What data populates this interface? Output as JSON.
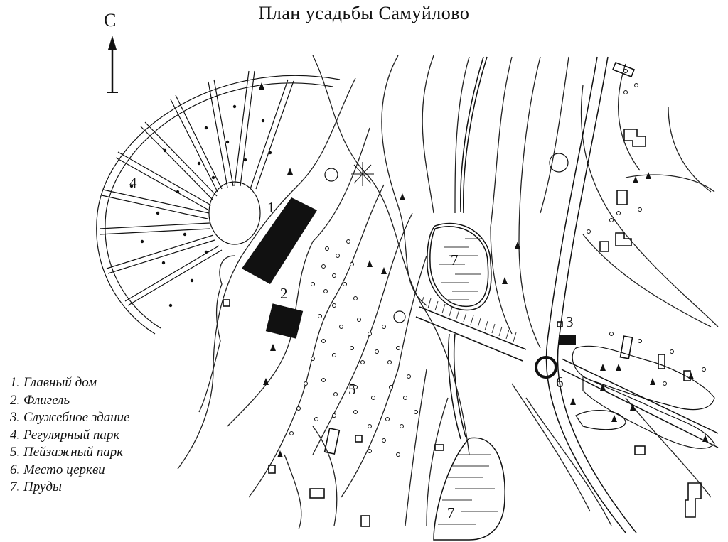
{
  "title": "План усадьбы Самуйлово",
  "north_label": "С",
  "map_labels": {
    "main_house": "1",
    "wing": "2",
    "service": "3",
    "regular_park": "4",
    "landscape_park": "5",
    "church": "6",
    "pond_north": "7",
    "pond_south": "7"
  },
  "legend": [
    "1. Главный дом",
    "2. Флигель",
    "3. Служебное здание",
    "4. Регулярный парк",
    "5. Пейзажный парк",
    "6. Место церкви",
    "7. Пруды"
  ],
  "colors": {
    "ink": "#111111",
    "paper": "#ffffff"
  }
}
